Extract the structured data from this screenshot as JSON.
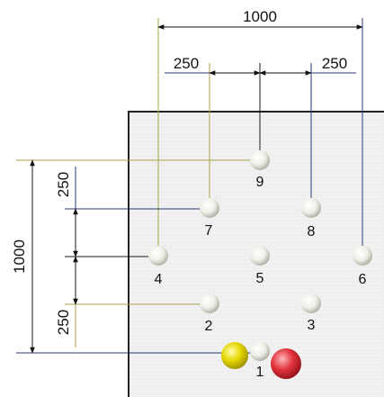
{
  "dimensions": {
    "top_span": "1000",
    "top_left_offset": "250",
    "top_right_offset": "250",
    "left_span": "1000",
    "left_upper_offset": "250",
    "left_lower_offset": "250"
  },
  "positions": [
    {
      "label": "1"
    },
    {
      "label": "2"
    },
    {
      "label": "3"
    },
    {
      "label": "4"
    },
    {
      "label": "5"
    },
    {
      "label": "6"
    },
    {
      "label": "7"
    },
    {
      "label": "8"
    },
    {
      "label": "9"
    }
  ],
  "balls": [
    {
      "name": "yellow-ball",
      "color": "#e8d400"
    },
    {
      "name": "red-ball",
      "color": "#e0303c"
    }
  ],
  "colors": {
    "table_surface": "#f1f1f1",
    "table_border": "#222222",
    "yellow_guide": "#a8a24a",
    "blue_guide": "#2a3a7a",
    "dark_line": "#1a1a1a"
  }
}
